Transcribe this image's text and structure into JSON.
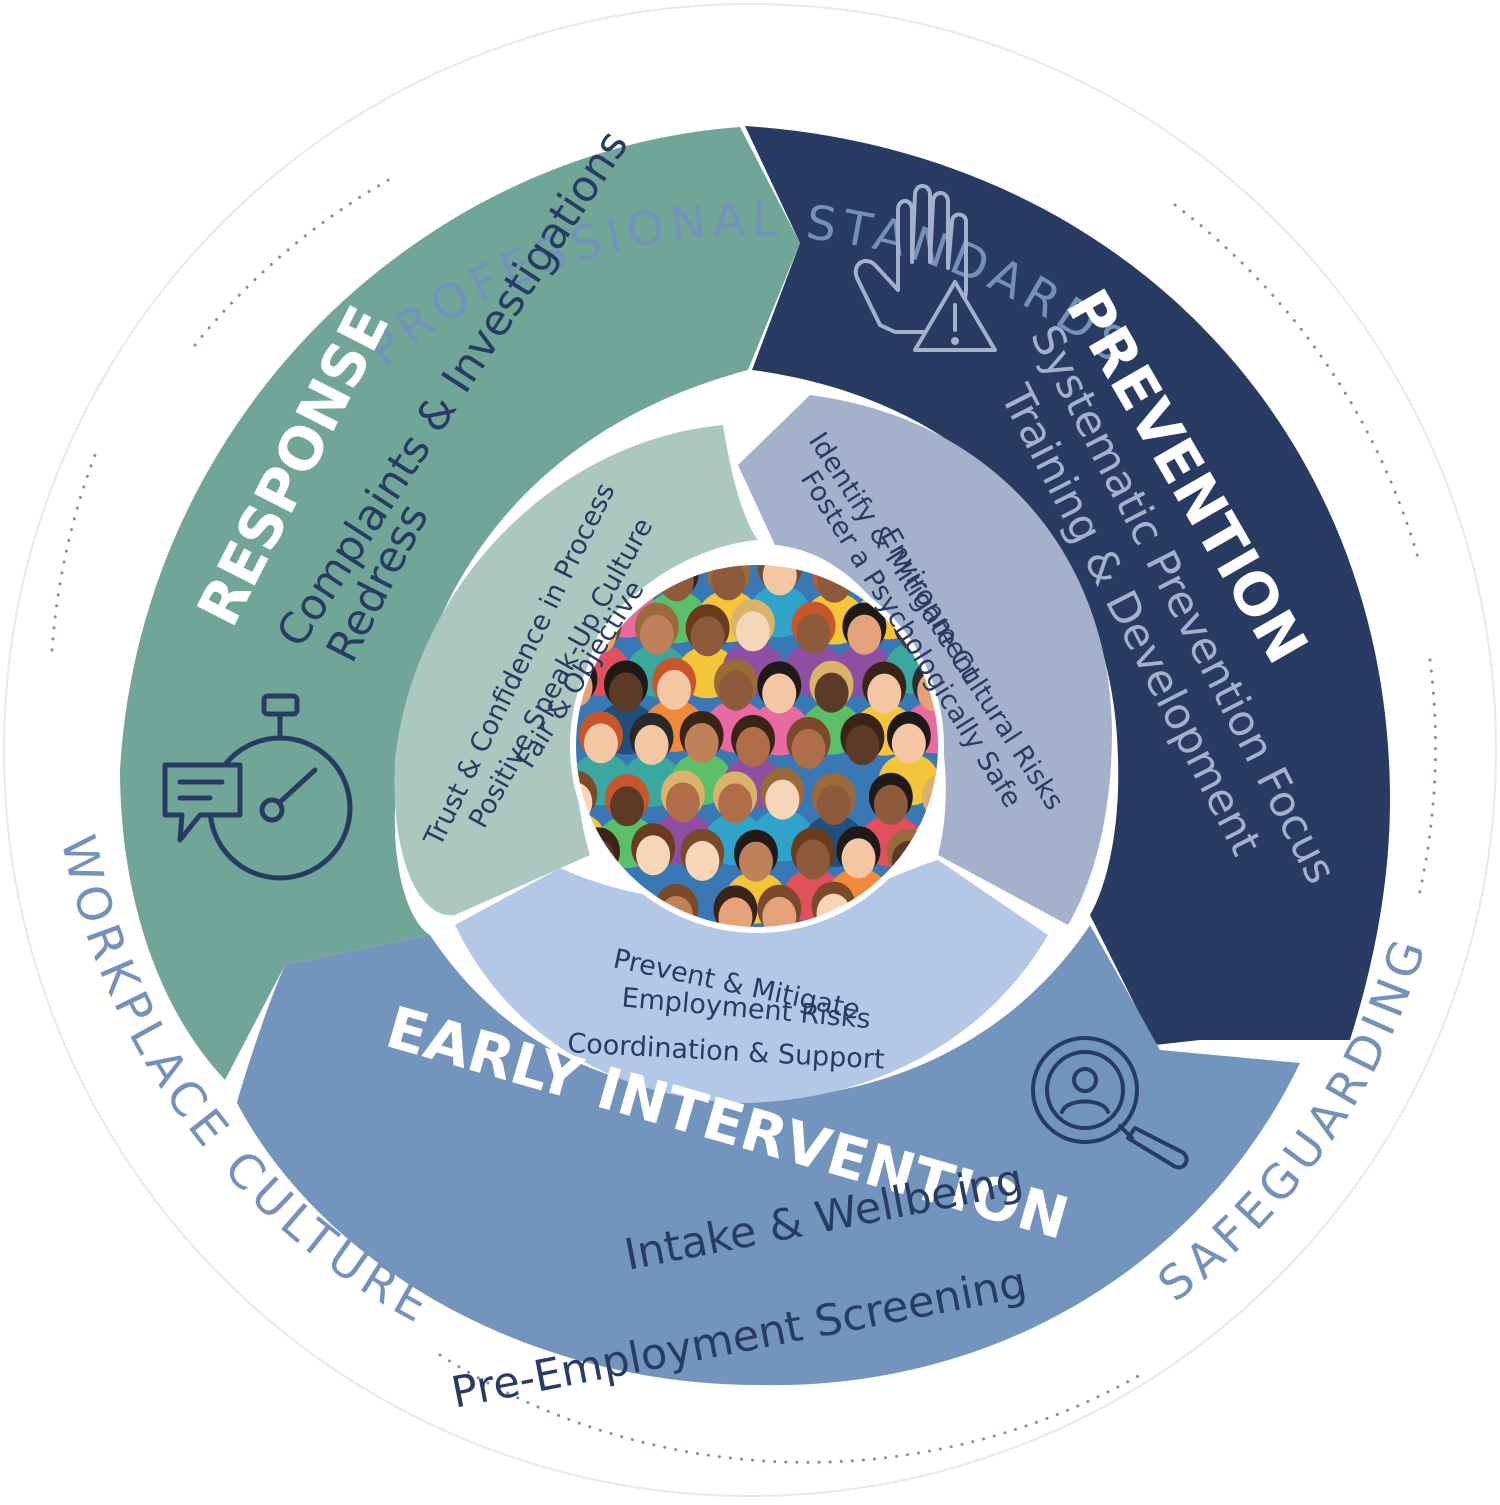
{
  "colors": {
    "response": "#70a598",
    "prevention": "#283b63",
    "early_intervention": "#7394bc",
    "inner_response": "#abc8c0",
    "inner_prevention": "#a3b1cb",
    "inner_early": "#b3c8e6",
    "outer_text": "#7391ba",
    "dots": "#7391ba",
    "dark_text": "#283b63",
    "white": "#ffffff"
  },
  "outer_ring": {
    "top": "PROFESSIONAL STANDARDS",
    "left": "WORKPLACE CULTURE",
    "right": "SAFEGUARDING"
  },
  "response": {
    "title": "RESPONSE",
    "lines": [
      "Complaints & Investigations",
      "Redress"
    ],
    "icon": "stopwatch-chat-icon",
    "inner": [
      "Trust & Confidence in Process",
      "Positive Speak-Up Culture",
      "Fair & Objective"
    ]
  },
  "prevention": {
    "title": "PREVENTION",
    "lines": [
      "Systematic Prevention Focus",
      "Training & Development"
    ],
    "icon": "stop-hand-warning-icon",
    "inner": [
      "Identify & Mitigate Cultural Risks",
      "Foster a Psychologically Safe",
      "Environment"
    ]
  },
  "early_intervention": {
    "title": "EARLY INTERVENTION",
    "lines": [
      "Intake & Wellbeing",
      "Pre-Employment Screening"
    ],
    "icon": "magnifier-person-icon",
    "inner": [
      "Prevent & Mitigate",
      "Employment Risks",
      "Coordination & Support"
    ]
  },
  "center": {
    "icon": "crowd-of-people-illustration"
  }
}
